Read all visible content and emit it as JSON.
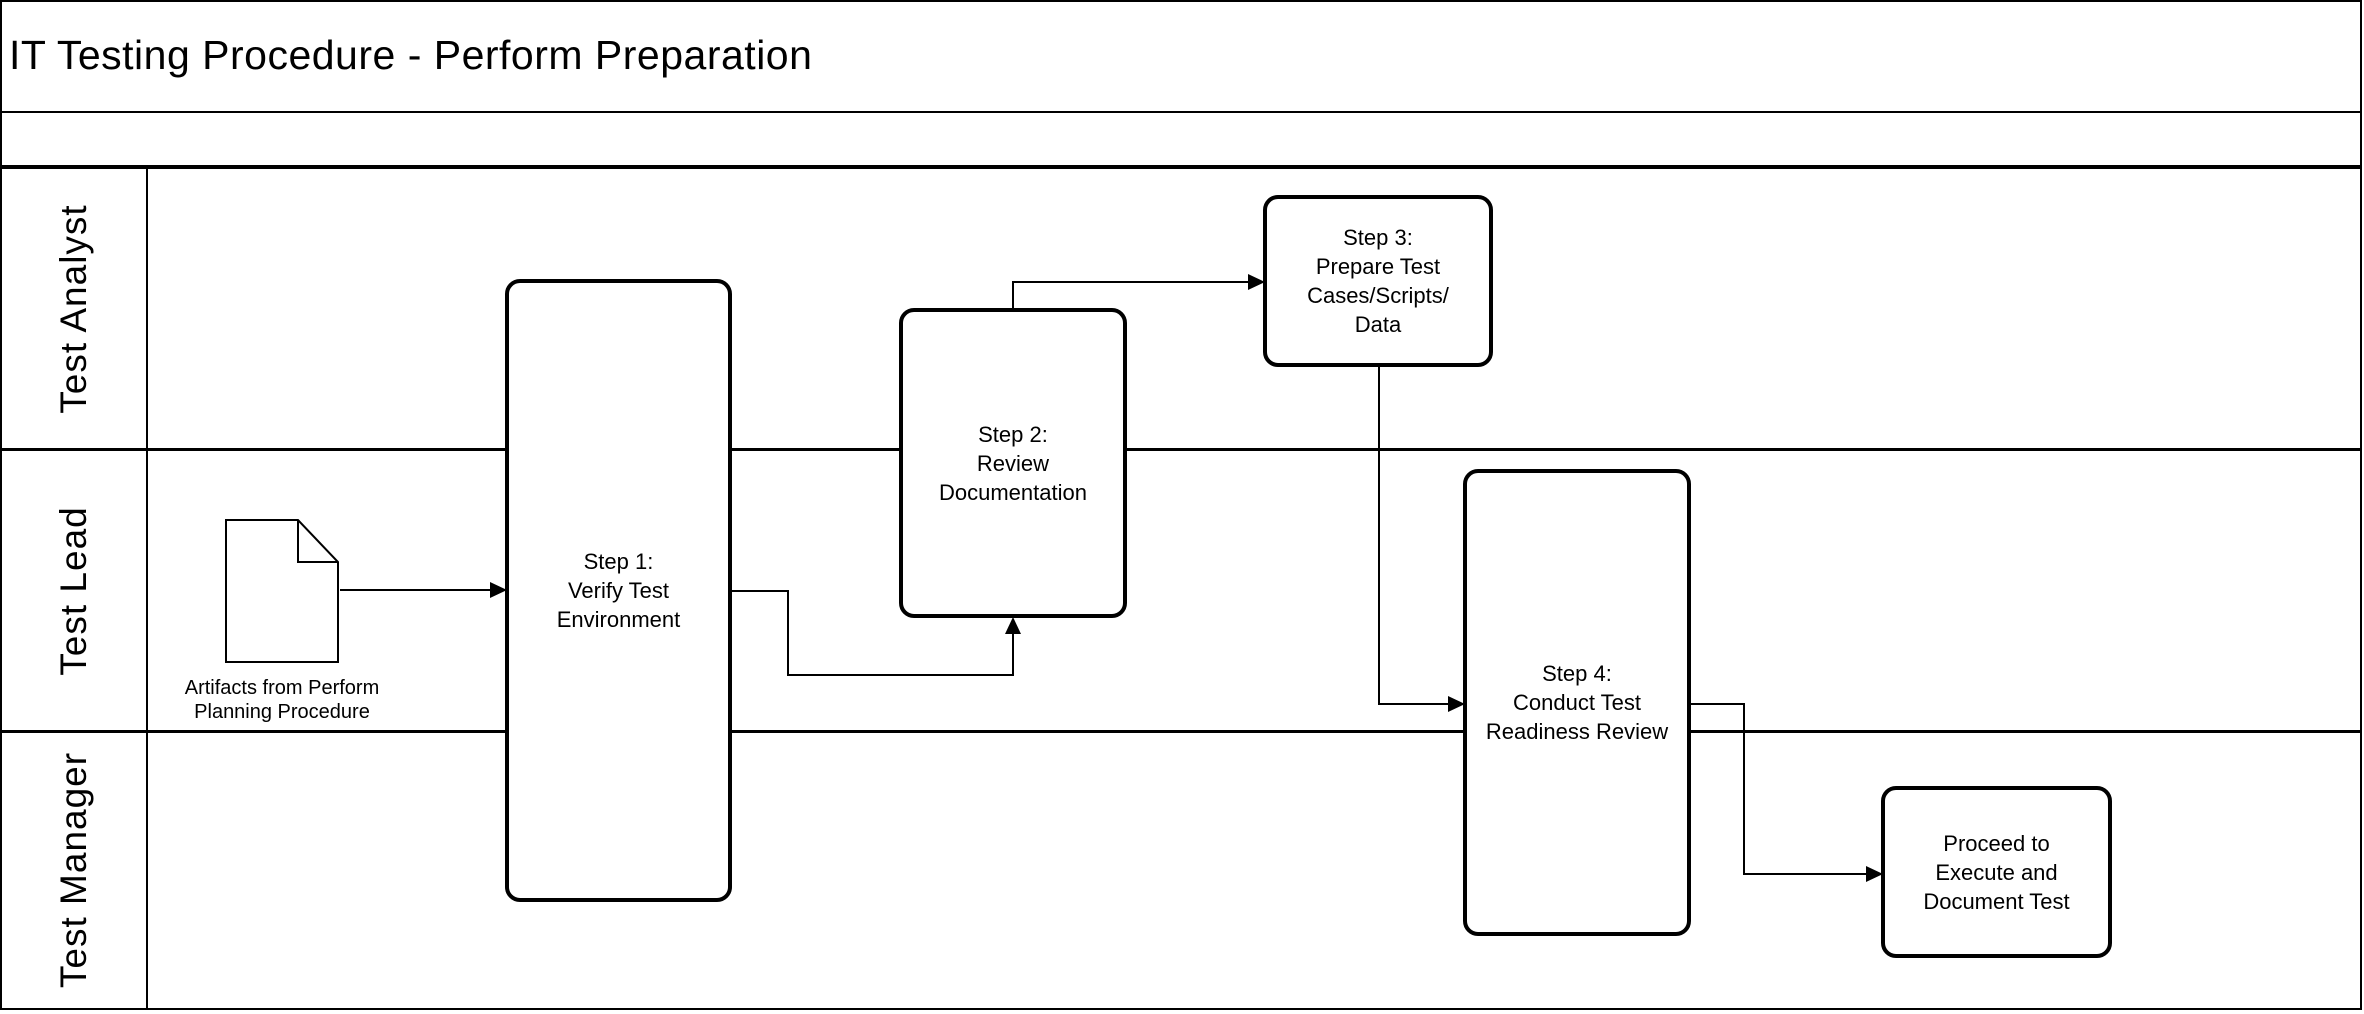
{
  "diagram": {
    "title": "IT Testing Procedure - Perform Preparation",
    "lanes": [
      {
        "label": "Test Analyst"
      },
      {
        "label": "Test Lead"
      },
      {
        "label": "Test Manager"
      }
    ],
    "artifact_label": "Artifacts from Perform\nPlanning Procedure",
    "nodes": {
      "step1": "Step 1:\nVerify Test\nEnvironment",
      "step2": "Step 2:\nReview\nDocumentation",
      "step3": "Step 3:\nPrepare Test\nCases/Scripts/\nData",
      "step4": "Step 4:\nConduct Test\nReadiness Review",
      "proceed": "Proceed to\nExecute and\nDocument Test"
    },
    "colors": {
      "line": "#000000",
      "background": "#ffffff",
      "text": "#000000"
    }
  }
}
